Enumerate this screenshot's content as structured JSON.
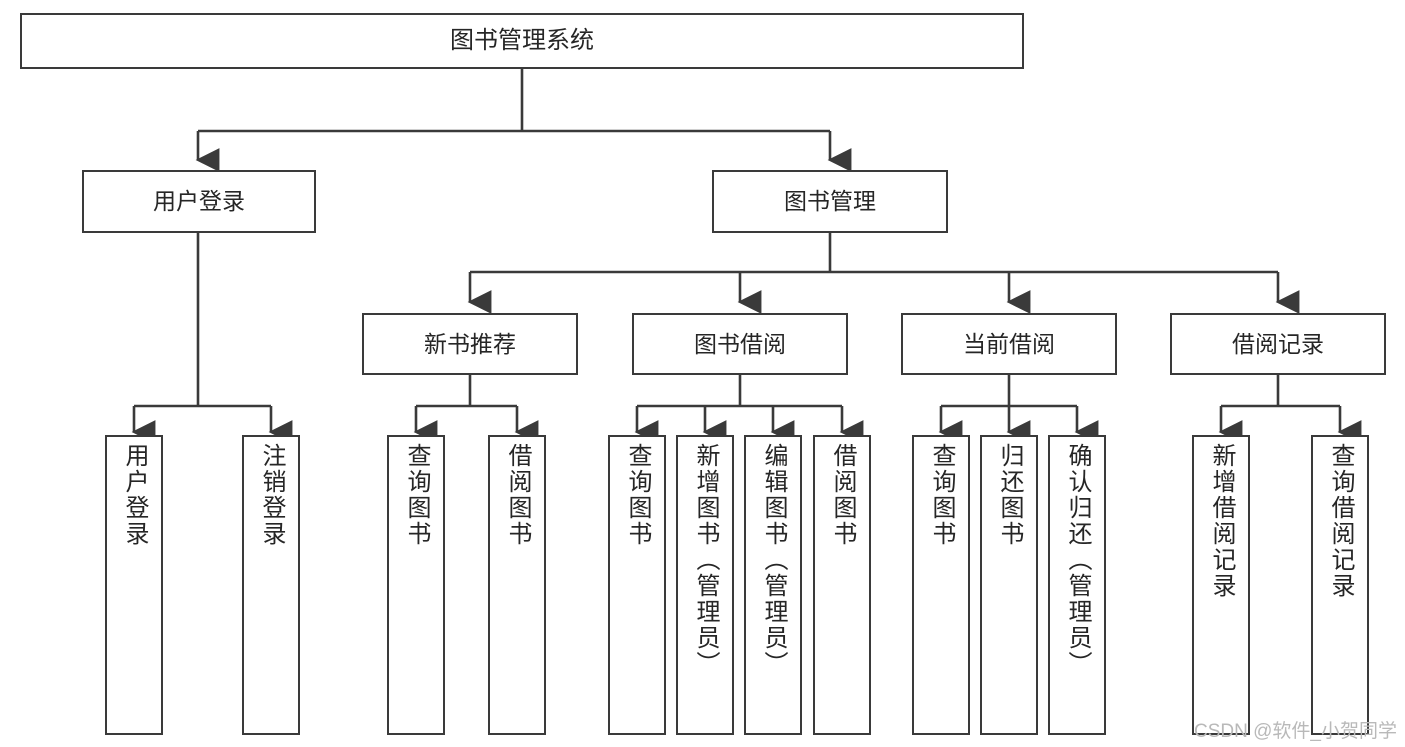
{
  "diagram": {
    "type": "tree-hierarchy-chart",
    "title": "图书管理系统",
    "colors": {
      "box_border": "#3a3a3a",
      "box_fill": "#ffffff",
      "edge": "#3a3a3a",
      "text": "#262626",
      "watermark": "#b9b9b9",
      "background": "#ffffff"
    },
    "root": {
      "label": "图书管理系统"
    },
    "level2": [
      {
        "label": "用户登录"
      },
      {
        "label": "图书管理"
      }
    ],
    "level3": [
      {
        "label": "新书推荐"
      },
      {
        "label": "图书借阅"
      },
      {
        "label": "当前借阅"
      },
      {
        "label": "借阅记录"
      }
    ],
    "leaves": {
      "user_login": [
        {
          "label": "用户登录"
        },
        {
          "label": "注销登录"
        }
      ],
      "new_book_recommend": [
        {
          "label": "查询图书"
        },
        {
          "label": "借阅图书"
        }
      ],
      "book_borrow": [
        {
          "label": "查询图书"
        },
        {
          "label": "新增图书（管理员）"
        },
        {
          "label": "编辑图书（管理员）"
        },
        {
          "label": "借阅图书"
        }
      ],
      "current_borrow": [
        {
          "label": "查询图书"
        },
        {
          "label": "归还图书"
        },
        {
          "label": "确认归还（管理员）"
        }
      ],
      "borrow_record": [
        {
          "label": "新增借阅记录"
        },
        {
          "label": "查询借阅记录"
        }
      ]
    }
  },
  "watermark": {
    "text": "CSDN @软件_小贺同学"
  }
}
